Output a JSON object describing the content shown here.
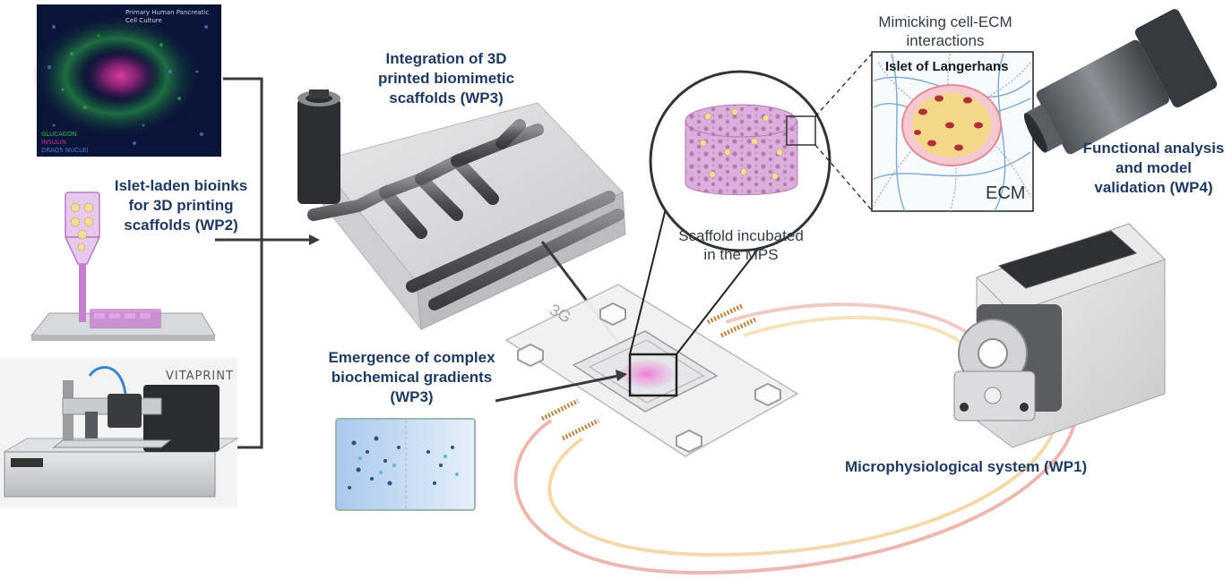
{
  "labels": {
    "wp3_integration": [
      "Integration of 3D",
      "printed biomimetic",
      "scaffolds (WP3)"
    ],
    "wp2_bioinks": [
      "Islet-laden bioinks",
      "for 3D printing",
      "scaffolds (WP2)"
    ],
    "wp3_gradients": [
      "Emergence of complex",
      "biochemical gradients",
      "(WP3)"
    ],
    "wp4_analysis": [
      "Functional analysis",
      "and model",
      "validation (WP4)"
    ],
    "wp1_mps": "Microphysiological system (WP1)",
    "cell_ecm": [
      "Mimicking cell-ECM",
      "interactions"
    ],
    "scaffold_incubated": [
      "Scaffold incubated",
      "in the MPS"
    ]
  },
  "micrograph": {
    "title_lines": [
      "Primary Human Pancreatic",
      "Cell Culture"
    ],
    "legend": [
      {
        "text": "GLUCAGON",
        "color": "#2fb84a"
      },
      {
        "text": "INSULIN",
        "color": "#c0328f"
      },
      {
        "text": "DRAQ5 NUCLEI",
        "color": "#4a7bd6"
      }
    ]
  },
  "islet_panel": {
    "title": "Islet of Langerhans",
    "ecm_label": "ECM"
  },
  "printer": {
    "brand": "VITAPRINT"
  },
  "chip": {
    "marking": "3G"
  },
  "colors": {
    "label_text": "#1f3a5f",
    "arrow": "#3a3a3a",
    "scaffold": "#d8a6d6",
    "tube_red": "#e7a79f",
    "tube_yellow": "#f2d6a3"
  }
}
